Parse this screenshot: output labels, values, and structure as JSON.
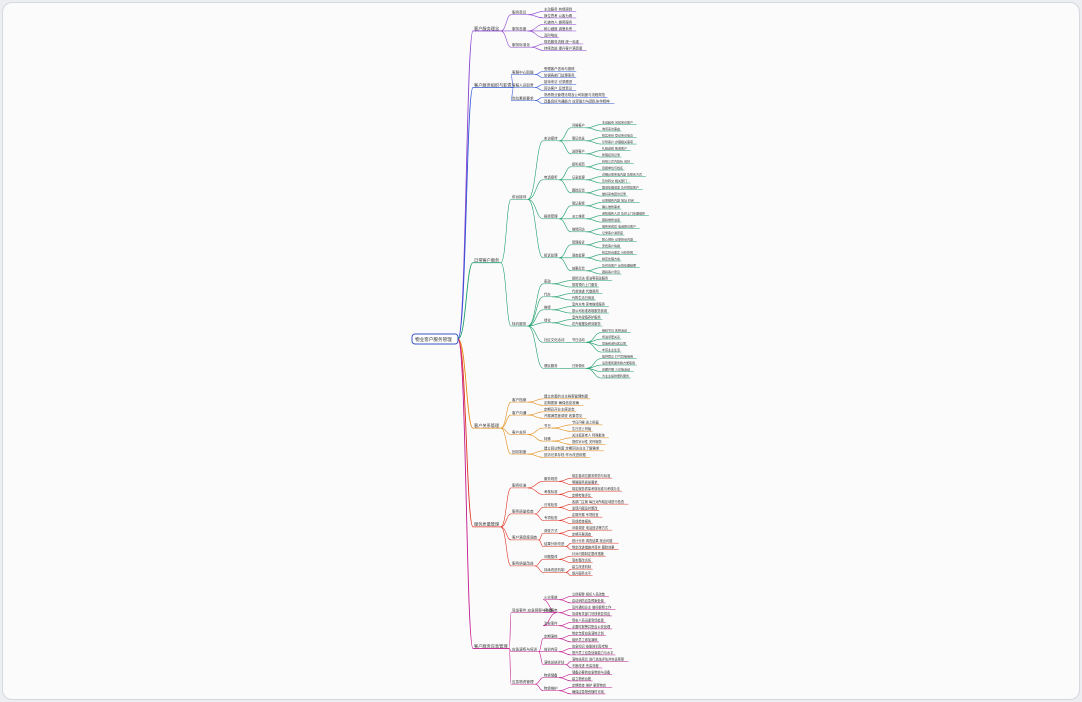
{
  "root": {
    "label": "物业客户服务管理"
  },
  "branches": [
    {
      "label": "客户服务理念",
      "color": "#8a3fd0",
      "children": [
        {
          "label": "服务意识",
          "children": [
            {
              "label": "主动服务 热情周到"
            },
            {
              "label": "换位思考 以客为尊"
            }
          ]
        },
        {
          "label": "服务态度",
          "children": [
            {
              "label": "礼貌待人 微笑服务"
            },
            {
              "label": "耐心细致 诚恳负责"
            },
            {
              "label": "及时响应"
            }
          ]
        },
        {
          "label": "服务标准化",
          "children": [
            {
              "label": "规范服务流程 统一标准"
            },
            {
              "label": "持续改进 提升客户满意度"
            }
          ]
        }
      ]
    },
    {
      "label": "客户服务组织与职责",
      "color": "#2f55d4",
      "children": [
        {
          "label": "客服中心职能",
          "children": [
            {
              "label": "受理客户咨询与报修"
            },
            {
              "label": "协调各部门处理事务"
            }
          ]
        },
        {
          "label": "客服人员职责",
          "children": [
            {
              "label": "接待来访 记录跟进"
            },
            {
              "label": "回访客户 反馈意见"
            }
          ]
        },
        {
          "label": "岗位素质要求",
          "children": [
            {
              "label": "熟悉物业管理法规及公司制度与流程规范"
            },
            {
              "label": "具备良好沟通能力 应变能力与团队协作精神"
            }
          ]
        }
      ]
    },
    {
      "label": "日常客户服务",
      "color": "#1f9e6a",
      "children": [
        {
          "label": "前台接待",
          "children": [
            {
              "label": "来访接待",
              "children": [
                {
                  "label": "问候客户",
                  "children": [
                    {
                      "label": "主动起身 问候来访客户"
                    },
                    {
                      "label": "询问来访事由"
                    }
                  ]
                },
                {
                  "label": "登记信息",
                  "children": [
                    {
                      "label": "核实身份 登记来访信息"
                    },
                    {
                      "label": "引导客户 办理相关事项"
                    }
                  ]
                },
                {
                  "label": "送别客户",
                  "children": [
                    {
                      "label": "礼貌送别 致谢客户"
                    },
                    {
                      "label": "整理接待记录"
                    }
                  ]
                }
              ]
            },
            {
              "label": "电话接听",
              "children": [
                {
                  "label": "接听规范",
                  "children": [
                    {
                      "label": "铃响三声内接听 问好"
                    },
                    {
                      "label": "自报单位与姓名"
                    }
                  ]
                },
                {
                  "label": "记录处理",
                  "children": [
                    {
                      "label": "详细记录来电内容 及联系方式"
                    },
                    {
                      "label": "及时转交 相关部门"
                    }
                  ]
                },
                {
                  "label": "跟踪反馈",
                  "children": [
                    {
                      "label": "跟进处理进度 及时回复客户"
                    },
                    {
                      "label": "做好来电回访记录"
                    }
                  ]
                }
              ]
            },
            {
              "label": "报修受理",
              "children": [
                {
                  "label": "登记报修",
                  "children": [
                    {
                      "label": "记录报修内容 地址 时间"
                    },
                    {
                      "label": "确认维修需求"
                    }
                  ]
                },
                {
                  "label": "派工维修",
                  "children": [
                    {
                      "label": "通知维修人员 及时上门处理维修"
                    },
                    {
                      "label": "跟踪维修进度"
                    }
                  ]
                },
                {
                  "label": "维修回访",
                  "children": [
                    {
                      "label": "维修完成后 电话回访客户"
                    },
                    {
                      "label": "记录客户满意度"
                    }
                  ]
                }
              ]
            },
            {
              "label": "投诉处理",
              "children": [
                {
                  "label": "受理投诉",
                  "children": [
                    {
                      "label": "耐心倾听 记录投诉内容"
                    },
                    {
                      "label": "安抚客户情绪"
                    }
                  ]
                },
                {
                  "label": "调查处理",
                  "children": [
                    {
                      "label": "核实投诉事实 分析原因"
                    },
                    {
                      "label": "制定处理方案"
                    }
                  ]
                },
                {
                  "label": "结果反馈",
                  "children": [
                    {
                      "label": "及时向客户 反馈处理结果"
                    },
                    {
                      "label": "跟踪客户意见"
                    }
                  ]
                }
              ]
            }
          ]
        },
        {
          "label": "特约服务",
          "children": [
            {
              "label": "家政",
              "children": [
                {
                  "label": "提供清洁 保洁等家政服务"
                },
                {
                  "label": "按需预约上门服务"
                }
              ]
            },
            {
              "label": "代办",
              "children": [
                {
                  "label": "代收快递 代缴费用"
                },
                {
                  "label": "代购生活日用品"
                }
              ]
            },
            {
              "label": "维修",
              "children": [
                {
                  "label": "室内水电 家电维修服务"
                },
                {
                  "label": "按公司标准收取服务费用"
                }
              ]
            },
            {
              "label": "绿化",
              "children": [
                {
                  "label": "室内外绿植养护服务"
                },
                {
                  "label": "花卉租摆及修剪服务"
                }
              ]
            },
            {
              "label": "社区文化活动",
              "children": [
                {
                  "label": "节日活动",
                  "children": [
                    {
                      "label": "组织节日 庆祝活动"
                    },
                    {
                      "label": "增进邻里关系"
                    },
                    {
                      "label": "营造和谐社区氛围"
                    },
                    {
                      "label": "丰富业主生活"
                    }
                  ]
                }
              ]
            },
            {
              "label": "便民服务",
              "children": [
                {
                  "label": "日常便民",
                  "children": [
                    {
                      "label": "提供雨伞 打气筒等借用"
                    },
                    {
                      "label": "设置便民服务箱方便取用"
                    },
                    {
                      "label": "定期开展 义诊等活动"
                    },
                    {
                      "label": "为业主提供便利服务"
                    }
                  ]
                }
              ]
            }
          ]
        }
      ]
    },
    {
      "label": "客户关系管理",
      "color": "#e28a12",
      "children": [
        {
          "label": "客户档案",
          "children": [
            {
              "label": "建立完善的业主档案管理制度"
            },
            {
              "label": "定期更新 确保信息准确"
            }
          ]
        },
        {
          "label": "客户沟通",
          "children": [
            {
              "label": "定期召开业主座谈会"
            },
            {
              "label": "开展满意度调查 收集意见"
            }
          ]
        },
        {
          "label": "客户关怀",
          "children": [
            {
              "label": "节日",
              "children": [
                {
                  "label": "节日问候 送上祝福"
                },
                {
                  "label": "生日送上祝福"
                }
              ]
            },
            {
              "label": "特殊",
              "children": [
                {
                  "label": "关注孤寡老人 特殊群体"
                },
                {
                  "label": "提供针对性 关怀服务"
                }
              ]
            }
          ]
        },
        {
          "label": "回访制度",
          "children": [
            {
              "label": "建立回访制度 定期回访业主了解需求"
            },
            {
              "label": "回访记录存档 作为改进依据"
            }
          ]
        }
      ]
    },
    {
      "label": "服务质量管理",
      "color": "#e0301e",
      "children": [
        {
          "label": "服务标准",
          "children": [
            {
              "label": "服务规范",
              "children": [
                {
                  "label": "制定各岗位服务规范与标准"
                },
                {
                  "label": "明确服务质量要求"
                }
              ]
            },
            {
              "label": "考核标准",
              "children": [
                {
                  "label": "制定服务质量考核标准与考核办法"
                },
                {
                  "label": "定期考核评比"
                }
              ]
            }
          ]
        },
        {
          "label": "服务质量检查",
          "children": [
            {
              "label": "日常检查",
              "children": [
                {
                  "label": "各部门主管 每日对所辖区域进行检查"
                },
                {
                  "label": "发现问题及时整改"
                }
              ]
            },
            {
              "label": "专项检查",
              "children": [
                {
                  "label": "定期开展 专项检查"
                },
                {
                  "label": "形成检查报告"
                }
              ]
            }
          ]
        },
        {
          "label": "客户满意度调查",
          "children": [
            {
              "label": "调查方式",
              "children": [
                {
                  "label": "问卷调查 电话回访等方式"
                },
                {
                  "label": "定期开展调查"
                }
              ]
            },
            {
              "label": "结果分析改进",
              "children": [
                {
                  "label": "统计分析 调查结果 找出问题"
                },
                {
                  "label": "制定改进措施并落实 跟踪效果"
                }
              ]
            }
          ]
        },
        {
          "label": "服务质量改进",
          "children": [
            {
              "label": "问题整改",
              "children": [
                {
                  "label": "针对问题制定整改措施"
                },
                {
                  "label": "落实整改责任"
                }
              ]
            },
            {
              "label": "持续改进机制",
              "children": [
                {
                  "label": "建立改进机制"
                },
                {
                  "label": "提升服务水平"
                }
              ]
            }
          ]
        }
      ]
    },
    {
      "label": "客户服务应急管理",
      "color": "#c2188d",
      "children": [
        {
          "label": "突发事件 应急预案与处置",
          "children": [
            {
              "label": "火灾事故",
              "children": [
                {
                  "label": "立即报警 组织人员疏散"
                },
                {
                  "label": "启动消防应急预案处置"
                }
              ]
            },
            {
              "label": "停水停电",
              "children": [
                {
                  "label": "及时通知业主 做好解释工作"
                },
                {
                  "label": "协调有关部门尽快恢复供应"
                }
              ]
            },
            {
              "label": "治安事件",
              "children": [
                {
                  "label": "保安人员迅速到场处置"
                },
                {
                  "label": "必要时报警并配合公安处理"
                }
              ]
            }
          ]
        },
        {
          "label": "应急演练与培训",
          "children": [
            {
              "label": "定期演练",
              "children": [
                {
                  "label": "制定年度应急演练计划"
                },
                {
                  "label": "组织员工参加演练"
                }
              ]
            },
            {
              "label": "培训内容",
              "children": [
                {
                  "label": "应急知识 技能培训及考核"
                },
                {
                  "label": "提升员工应急处置能力与水平"
                }
              ]
            },
            {
              "label": "演练总结评估",
              "children": [
                {
                  "label": "演练结束后 进行总结评估并完善预案"
                },
                {
                  "label": "不断改进 完善流程"
                }
              ]
            }
          ]
        },
        {
          "label": "应急物资管理",
          "children": [
            {
              "label": "物资储备",
              "children": [
                {
                  "label": "储备必要的应急物资与设备"
                },
                {
                  "label": "建立物资台账"
                }
              ]
            },
            {
              "label": "物资维护",
              "children": [
                {
                  "label": "定期检查 维护 更新物资"
                },
                {
                  "label": "确保应急物资随时可用"
                }
              ]
            }
          ]
        }
      ]
    }
  ]
}
